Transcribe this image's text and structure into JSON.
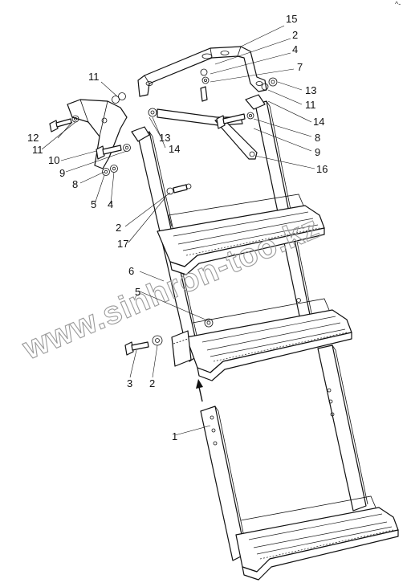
{
  "corner_mark": "^-",
  "watermark": "www.sinhron-too.kz",
  "callouts": [
    {
      "id": "c15a",
      "text": "15"
    },
    {
      "id": "c2a",
      "text": "2"
    },
    {
      "id": "c4a",
      "text": "4"
    },
    {
      "id": "c7",
      "text": "7"
    },
    {
      "id": "c13a",
      "text": "13"
    },
    {
      "id": "c11a",
      "text": "11"
    },
    {
      "id": "c14a",
      "text": "14"
    },
    {
      "id": "c8a",
      "text": "8"
    },
    {
      "id": "c9a",
      "text": "9"
    },
    {
      "id": "c16",
      "text": "16"
    },
    {
      "id": "c11b",
      "text": "11"
    },
    {
      "id": "c12",
      "text": "12"
    },
    {
      "id": "c11c",
      "text": "11"
    },
    {
      "id": "c13b",
      "text": "13"
    },
    {
      "id": "c14b",
      "text": "14"
    },
    {
      "id": "c10",
      "text": "10"
    },
    {
      "id": "c9b",
      "text": "9"
    },
    {
      "id": "c8b",
      "text": "8"
    },
    {
      "id": "c5a",
      "text": "5"
    },
    {
      "id": "c4b",
      "text": "4"
    },
    {
      "id": "c2b",
      "text": "2"
    },
    {
      "id": "c17",
      "text": "17"
    },
    {
      "id": "c6",
      "text": "6"
    },
    {
      "id": "c5b",
      "text": "5"
    },
    {
      "id": "c3",
      "text": "3"
    },
    {
      "id": "c2c",
      "text": "2"
    },
    {
      "id": "c1",
      "text": "1"
    }
  ]
}
